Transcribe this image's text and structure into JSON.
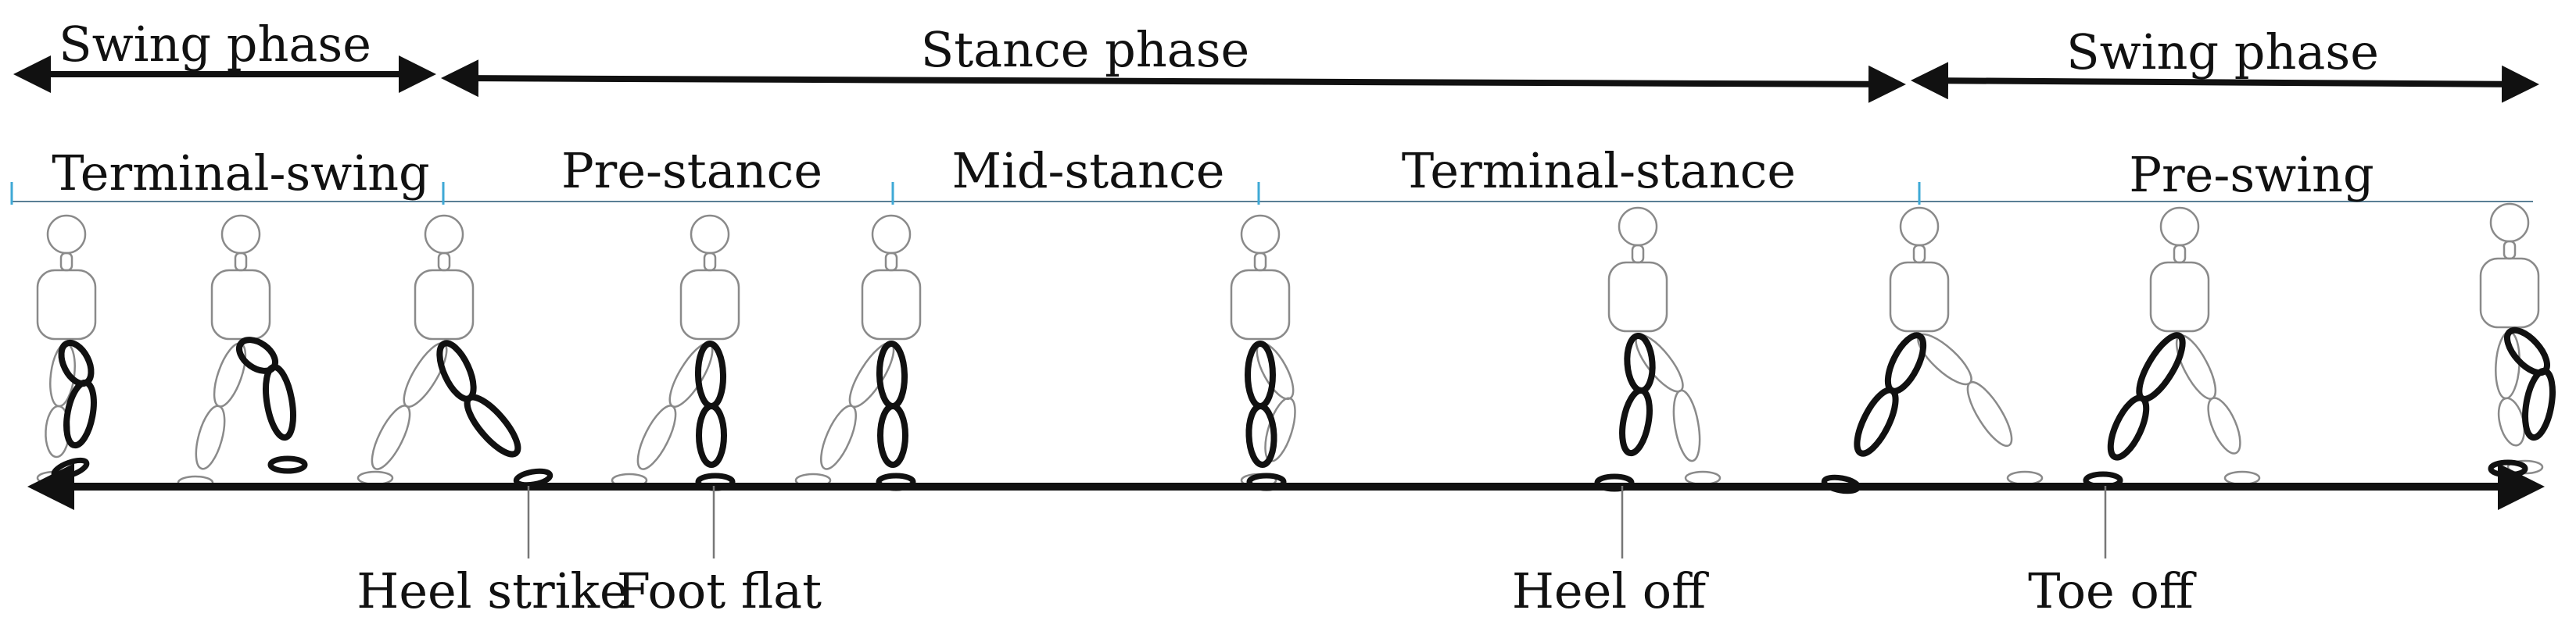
{
  "phases": [
    {
      "label": "Swing phase"
    },
    {
      "label": "Stance phase"
    },
    {
      "label": "Swing phase"
    }
  ],
  "subphases": [
    {
      "label": "Terminal-swing"
    },
    {
      "label": "Pre-stance"
    },
    {
      "label": "Mid-stance"
    },
    {
      "label": "Terminal-stance"
    },
    {
      "label": "Pre-swing"
    }
  ],
  "events": [
    {
      "label": "Heel strike"
    },
    {
      "label": "Foot flat"
    },
    {
      "label": "Heel off"
    },
    {
      "label": "Toe off"
    }
  ],
  "colors": {
    "ink": "#111111",
    "outline": "#8a8a8a",
    "divider_tick": "#3fa9d6",
    "timeline": "#5a7f95"
  }
}
